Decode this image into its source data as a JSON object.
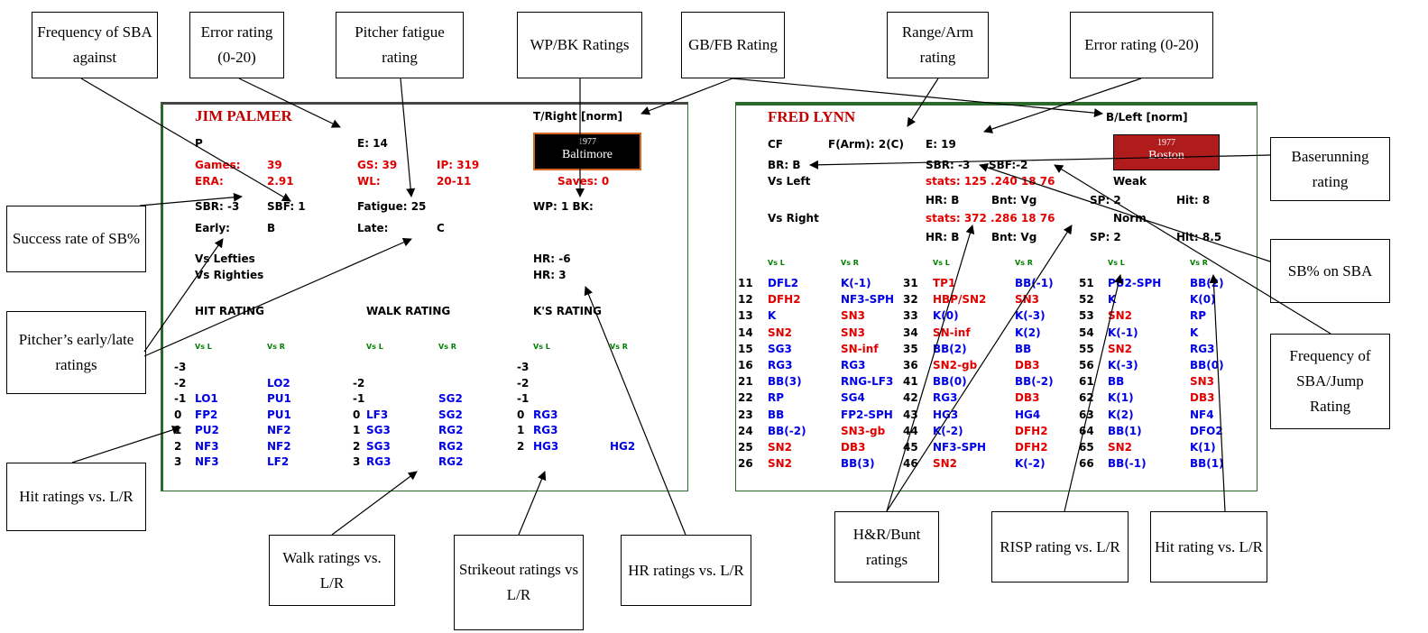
{
  "callouts": {
    "sba_freq_against": "Frequency of SBA against",
    "error_rating_p": "Error rating (0-20)",
    "fatigue": "Pitcher fatigue rating",
    "wpbk": "WP/BK Ratings",
    "gbfb": "GB/FB Rating",
    "range_arm": "Range/Arm rating",
    "error_rating_b": "Error rating (0-20)",
    "baserunning": "Baserunning rating",
    "success_sb": "Success rate of SB%",
    "sb_on_sba": "SB% on SBA",
    "early_late": "Pitcher’s early/late ratings",
    "sba_jump": "Frequency of SBA/Jump Rating",
    "hit_ratings": "Hit ratings vs. L/R",
    "walk_ratings": "Walk ratings vs. L/R",
    "k_ratings": "Strikeout ratings vs L/R",
    "hr_ratings": "HR ratings vs. L/R",
    "hr_bunt": "H&R/Bunt ratings",
    "risp": "RISP rating vs. L/R",
    "hit_rating_b": "Hit rating vs. L/R"
  },
  "pitcher": {
    "name": "JIM PALMER",
    "throws": "T/Right  [norm]",
    "pos": "P",
    "error": "E: 14",
    "logo_year": "1977",
    "logo_team": "Baltimore",
    "games_label": "Games:",
    "games": "39",
    "gs": "GS: 39",
    "ip": "IP: 319",
    "era_label": "ERA:",
    "era": "2.91",
    "wl_label": "WL:",
    "wl": "20-11",
    "saves": "Saves: 0",
    "sbr": "SBR: -3",
    "sbf": "SBF: 1",
    "fatigue": "Fatigue: 25",
    "wpbk": "WP: 1 BK:",
    "early_label": "Early:",
    "early": "B",
    "late_label": "Late:",
    "late": "C",
    "vs_lefties": "Vs Lefties",
    "vs_righties": "Vs Righties",
    "hr_l": "HR: -6",
    "hr_r": "HR: 3",
    "hit_heading": "HIT RATING",
    "walk_heading": "WALK RATING",
    "k_heading": "K'S RATING",
    "vs_l": "Vs L",
    "vs_r": "Vs R",
    "rows": [
      {
        "n": "-3",
        "hl": "",
        "hr": "",
        "wn": "",
        "wl": "",
        "wr": "",
        "kn": "-3",
        "kl": "",
        "kr": ""
      },
      {
        "n": "-2",
        "hl": "",
        "hr": "LO2",
        "wn": "-2",
        "wl": "",
        "wr": "",
        "kn": "-2",
        "kl": "",
        "kr": ""
      },
      {
        "n": "-1",
        "hl": "LO1",
        "hr": "PU1",
        "wn": "-1",
        "wl": "",
        "wr": "SG2",
        "kn": "-1",
        "kl": "",
        "kr": ""
      },
      {
        "n": "0",
        "hl": "FP2",
        "hr": "PU1",
        "wn": "0",
        "wl": "LF3",
        "wr": "SG2",
        "kn": "0",
        "kl": "RG3",
        "kr": ""
      },
      {
        "n": "1",
        "hl": "PU2",
        "hr": "NF2",
        "wn": "1",
        "wl": "SG3",
        "wr": "RG2",
        "kn": "1",
        "kl": "RG3",
        "kr": ""
      },
      {
        "n": "2",
        "hl": "NF3",
        "hr": "NF2",
        "wn": "2",
        "wl": "SG3",
        "wr": "RG2",
        "kn": "2",
        "kl": "HG3",
        "kr": "HG2"
      },
      {
        "n": "3",
        "hl": "NF3",
        "hr": "LF2",
        "wn": "3",
        "wl": "RG3",
        "wr": "RG2",
        "kn": "",
        "kl": "",
        "kr": ""
      }
    ]
  },
  "batter": {
    "name": "FRED LYNN",
    "bats": "B/Left [norm]",
    "pos": "CF",
    "farm": "F(Arm): 2(C)",
    "error": "E: 19",
    "logo_year": "1977",
    "logo_team": "Boston",
    "br": "BR: B",
    "sbr": "SBR: -3",
    "sbf": "SBF:-2",
    "vs_left": "Vs Left",
    "stats_l": "stats: 125  .240  18  76",
    "weak": "Weak",
    "hr1": "HR: B",
    "bnt1": "Bnt: Vg",
    "sp1": "SP: 2",
    "hit1": "Hit: 8",
    "vs_right": "Vs Right",
    "stats_r": "stats: 372  .286  18  76",
    "norm": "Norm",
    "hr2": "HR: B",
    "bnt2": "Bnt: Vg",
    "sp2": "SP: 2",
    "hit2": "Hit: 8.5",
    "vs_l": "Vs L",
    "vs_r": "Vs R",
    "rows": [
      [
        {
          "n": "11",
          "l": "DFL2",
          "lc": "blue",
          "r": "K(-1)",
          "rc": "blue"
        },
        {
          "n": "31",
          "l": "TP1",
          "lc": "red",
          "r": "BB(-1)",
          "rc": "blue"
        },
        {
          "n": "51",
          "l": "PU2-SPH",
          "lc": "blue",
          "r": "BB(2)",
          "rc": "blue"
        }
      ],
      [
        {
          "n": "12",
          "l": "DFH2",
          "lc": "red",
          "r": "NF3-SPH",
          "rc": "blue"
        },
        {
          "n": "32",
          "l": "HBP/SN2",
          "lc": "red",
          "r": "SN3",
          "rc": "red"
        },
        {
          "n": "52",
          "l": "K",
          "lc": "blue",
          "r": "K(0)",
          "rc": "blue"
        }
      ],
      [
        {
          "n": "13",
          "l": "K",
          "lc": "blue",
          "r": "SN3",
          "rc": "red"
        },
        {
          "n": "33",
          "l": "K(0)",
          "lc": "blue",
          "r": "K(-3)",
          "rc": "blue"
        },
        {
          "n": "53",
          "l": "SN2",
          "lc": "red",
          "r": "RP",
          "rc": "blue"
        }
      ],
      [
        {
          "n": "14",
          "l": "SN2",
          "lc": "red",
          "r": "SN3",
          "rc": "red"
        },
        {
          "n": "34",
          "l": "SN-inf",
          "lc": "red",
          "r": "K(2)",
          "rc": "blue"
        },
        {
          "n": "54",
          "l": "K(-1)",
          "lc": "blue",
          "r": "K",
          "rc": "blue"
        }
      ],
      [
        {
          "n": "15",
          "l": "SG3",
          "lc": "blue",
          "r": "SN-inf",
          "rc": "red"
        },
        {
          "n": "35",
          "l": "BB(2)",
          "lc": "blue",
          "r": "BB",
          "rc": "blue"
        },
        {
          "n": "55",
          "l": "SN2",
          "lc": "red",
          "r": "RG3",
          "rc": "blue"
        }
      ],
      [
        {
          "n": "16",
          "l": "RG3",
          "lc": "blue",
          "r": "RG3",
          "rc": "blue"
        },
        {
          "n": "36",
          "l": "SN2-gb",
          "lc": "red",
          "r": "DB3",
          "rc": "red"
        },
        {
          "n": "56",
          "l": "K(-3)",
          "lc": "blue",
          "r": "BB(0)",
          "rc": "blue"
        }
      ],
      [
        {
          "n": "21",
          "l": "BB(3)",
          "lc": "blue",
          "r": "RNG-LF3",
          "rc": "blue"
        },
        {
          "n": "41",
          "l": "BB(0)",
          "lc": "blue",
          "r": "BB(-2)",
          "rc": "blue"
        },
        {
          "n": "61",
          "l": "BB",
          "lc": "blue",
          "r": "SN3",
          "rc": "red"
        }
      ],
      [
        {
          "n": "22",
          "l": "RP",
          "lc": "blue",
          "r": "SG4",
          "rc": "blue"
        },
        {
          "n": "42",
          "l": "RG3",
          "lc": "blue",
          "r": "DB3",
          "rc": "red"
        },
        {
          "n": "62",
          "l": "K(1)",
          "lc": "blue",
          "r": "DB3",
          "rc": "red"
        }
      ],
      [
        {
          "n": "23",
          "l": "BB",
          "lc": "blue",
          "r": "FP2-SPH",
          "rc": "blue"
        },
        {
          "n": "43",
          "l": "HG3",
          "lc": "blue",
          "r": "HG4",
          "rc": "blue"
        },
        {
          "n": "63",
          "l": "K(2)",
          "lc": "blue",
          "r": "NF4",
          "rc": "blue"
        }
      ],
      [
        {
          "n": "24",
          "l": "BB(-2)",
          "lc": "blue",
          "r": "SN3-gb",
          "rc": "red"
        },
        {
          "n": "44",
          "l": "K(-2)",
          "lc": "blue",
          "r": "DFH2",
          "rc": "red"
        },
        {
          "n": "64",
          "l": "BB(1)",
          "lc": "blue",
          "r": "DFO2",
          "rc": "blue"
        }
      ],
      [
        {
          "n": "25",
          "l": "SN2",
          "lc": "red",
          "r": "DB3",
          "rc": "red"
        },
        {
          "n": "45",
          "l": "NF3-SPH",
          "lc": "blue",
          "r": "DFH2",
          "rc": "red"
        },
        {
          "n": "65",
          "l": "SN2",
          "lc": "red",
          "r": "K(1)",
          "rc": "blue"
        }
      ],
      [
        {
          "n": "26",
          "l": "SN2",
          "lc": "red",
          "r": "BB(3)",
          "rc": "blue"
        },
        {
          "n": "46",
          "l": "SN2",
          "lc": "red",
          "r": "K(-2)",
          "rc": "blue"
        },
        {
          "n": "66",
          "l": "BB(-1)",
          "lc": "blue",
          "r": "BB(1)",
          "rc": "blue"
        }
      ]
    ]
  },
  "colors": {
    "accent_red": "#e00000",
    "accent_blue": "#0000e6",
    "accent_green": "#008000",
    "orioles_logo": "#000000",
    "redsox_logo": "#b01c1c"
  }
}
